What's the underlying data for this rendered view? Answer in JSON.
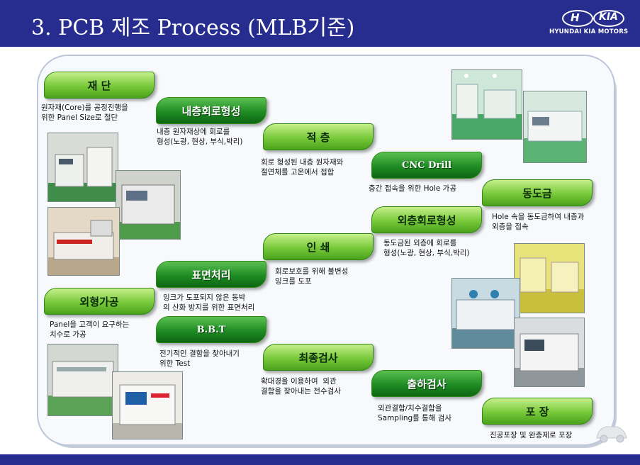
{
  "header": {
    "title": "3. PCB 제조 Process (MLB기준)",
    "logo_brand": "HYUNDAI KIA MOTORS",
    "logo_h": "H",
    "logo_kia": "KIA"
  },
  "colors": {
    "header_bg": "#262d8f",
    "step_light": "#78c93a",
    "step_dark": "#1f8c24"
  },
  "steps": [
    {
      "id": "cut",
      "label": "재 단",
      "desc": "원자재(Core)를 공정진행을\n위한 Panel Size로 절단"
    },
    {
      "id": "inner",
      "label": "내층회로형성",
      "desc": "내층 원자재상에 회로를\n형성(노광, 현상, 부식,박리)"
    },
    {
      "id": "lamination",
      "label": "적 층",
      "desc": "회로 형성된 내층 원자재와\n절연체를 고온에서 접합"
    },
    {
      "id": "cnc",
      "label": "CNC Drill",
      "desc": "층간 접속을 위한 Hole 가공"
    },
    {
      "id": "plating",
      "label": "동도금",
      "desc": "Hole 속을 동도금하여 내층과\n외층을 접속"
    },
    {
      "id": "outer",
      "label": "외층회로형성",
      "desc": "동도금된 외층에 회로를\n형성(노광, 현상, 부식,박리)"
    },
    {
      "id": "print",
      "label": "인 쇄",
      "desc": "회로보호를 위해 불변성\n잉크를 도포"
    },
    {
      "id": "surface",
      "label": "표면처리",
      "desc": "잉크가 도포되지 않은 동박\n의 산화 방지를 위한 표면처리"
    },
    {
      "id": "shape",
      "label": "외형가공",
      "desc": "Panel을 고객이 요구하는\n치수로 가공"
    },
    {
      "id": "bbt",
      "label": "B.B.T",
      "desc": "전기적인 결함을 찾아내기\n위한 Test"
    },
    {
      "id": "final",
      "label": "최종검사",
      "desc": "확대경을 이용하여  외관\n결함을 찾아내는 전수검사"
    },
    {
      "id": "shipping",
      "label": "출하검사",
      "desc": "외관결함/치수결함을\nSampling를 통해 검사"
    },
    {
      "id": "packing",
      "label": "포 장",
      "desc": "진공포장 및 완충제로 포장"
    }
  ]
}
